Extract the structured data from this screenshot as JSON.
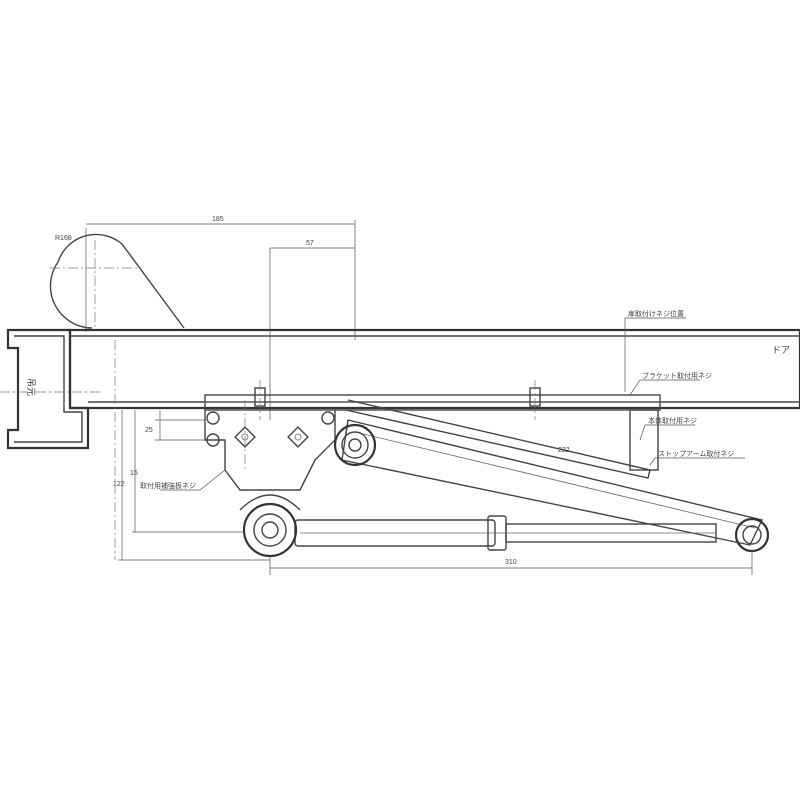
{
  "labels": {
    "dim_top": "185",
    "dim_second": "57",
    "dim_left_upper": "25",
    "dim_left_mid": "15",
    "dim_left_lower": "122",
    "dim_bottom": "310",
    "dim_arm": "222",
    "label_radius": "R168",
    "label_left_side": "吊元",
    "label_right_side": "ドア",
    "note_door_top": "扉取付けネジ位置",
    "note_plate_screw": "ブラケット取付用ネジ",
    "note_body_screw": "本体取付用ネジ",
    "note_stop": "ストップアーム取付ネジ",
    "note_bracket": "取付用補強板ネジ"
  },
  "colors": {
    "line": "#444444",
    "background": "#ffffff"
  }
}
